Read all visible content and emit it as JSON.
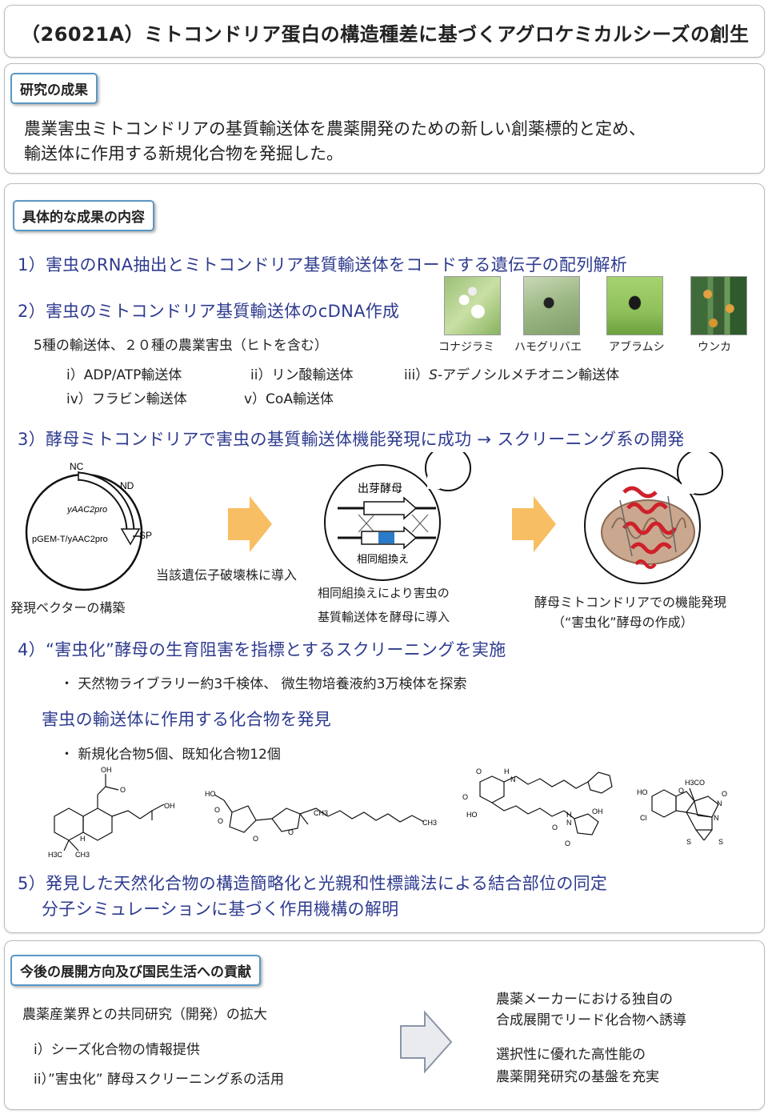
{
  "header": {
    "title": "（26021A）ミトコンドリア蛋白の構造種差に基づくアグロケミカルシーズの創生"
  },
  "results": {
    "tag": "研究の成果",
    "text_line1": "農業害虫ミトコンドリアの基質輸送体を農薬開発のための新しい創薬標的と定め、",
    "text_line2": "輸送体に作用する新規化合物を発掘した。"
  },
  "details": {
    "tag": "具体的な成果の内容",
    "item1": "1）害虫のRNA抽出とミトコンドリア基質輸送体をコードする遺伝子の配列解析",
    "item2": "2）害虫のミトコンドリア基質輸送体のcDNA作成",
    "item2_sub": "5種の輸送体、２０種の農業害虫（ヒトを含む）",
    "transporters": {
      "t1": "i）ADP/ATP輸送体",
      "t2": "ii）リン酸輸送体",
      "t3_prefix": "iii）",
      "t3_italic": "S",
      "t3_rest": "-アデノシルメチオニン輸送体",
      "t4": "iv）フラビン輸送体",
      "t5": "v）CoA輸送体"
    },
    "pests": [
      "コナジラミ",
      "ハモグリバエ",
      "アブラムシ",
      "ウンカ"
    ],
    "item3": "3）酵母ミトコンドリアで害虫の基質輸送体機能発現に成功 → スクリーニング系の開発",
    "plasmid": {
      "nc": "NC",
      "nd": "ND",
      "sp": "SP",
      "gene": "yAAC2pro",
      "vector": "pGEM-T/yAAC2pro"
    },
    "step1_caption": "発現ベクターの構築",
    "step1_arrow": "当該遺伝子破壊株に導入",
    "yeast_label": "出芽酵母",
    "recomb_label": "相同組換え",
    "step2_line1": "相同組換えにより害虫の",
    "step2_line2": "基質輸送体を酵母に導入",
    "step3_line1": "酵母ミトコンドリアでの機能発現",
    "step3_line2": "（“害虫化”酵母の作成）",
    "item4": "4）“害虫化”酵母の生育阻害を指標とするスクリーニングを実施",
    "item4_sub": "・ 天然物ライブラリー約3千検体、 微生物培養液約3万検体を探索",
    "discovery": "害虫の輸送体に作用する化合物を発見",
    "discovery_sub": "・ 新規化合物5個、既知化合物12個",
    "item5_line1": "5）発見した天然化合物の構造簡略化と光親和性標識法による結合部位の同定",
    "item5_line2": "分子シミュレーションに基づく作用機構の解明"
  },
  "chem": {
    "c1_oh": "OH",
    "c1_o": "O",
    "c1_oh2": "OH",
    "c1_h": "H",
    "c1_h3c": "H3C",
    "c1_ch3": "CH3",
    "c2_ho": "HO",
    "c2_o": "O",
    "c2_o2": "O",
    "c2_o3": "O",
    "c2_o4": "O",
    "c2_ch3": "CH3",
    "c2_ch3b": "CH3",
    "c3_o": "O",
    "c3_h": "H",
    "c3_n": "N",
    "c3_o2": "O",
    "c3_ho": "HO",
    "c3_o3": "O",
    "c3_n2": "N",
    "c3_h2": "H",
    "c3_oh": "OH",
    "c3_o4": "O",
    "c4_h3co": "H3CO",
    "c4_ho": "HO",
    "c4_cl": "Cl",
    "c4_o": "O",
    "c4_n": "N",
    "c4_o2": "O",
    "c4_n2": "N",
    "c4_s": "S",
    "c4_s2": "S"
  },
  "future": {
    "tag": "今後の展開方向及び国民生活への貢献",
    "left_title": "農薬産業界との共同研究（開発）の拡大",
    "left_i": "i）シーズ化合物の情報提供",
    "left_ii": "ii）”害虫化” 酵母スクリーニング系の活用",
    "right1_line1": "農薬メーカーにおける独自の",
    "right1_line2": "合成展開でリード化合物へ誘導",
    "right2_line1": "選択性に優れた高性能の",
    "right2_line2": "農薬開発研究の基盤を充実"
  }
}
